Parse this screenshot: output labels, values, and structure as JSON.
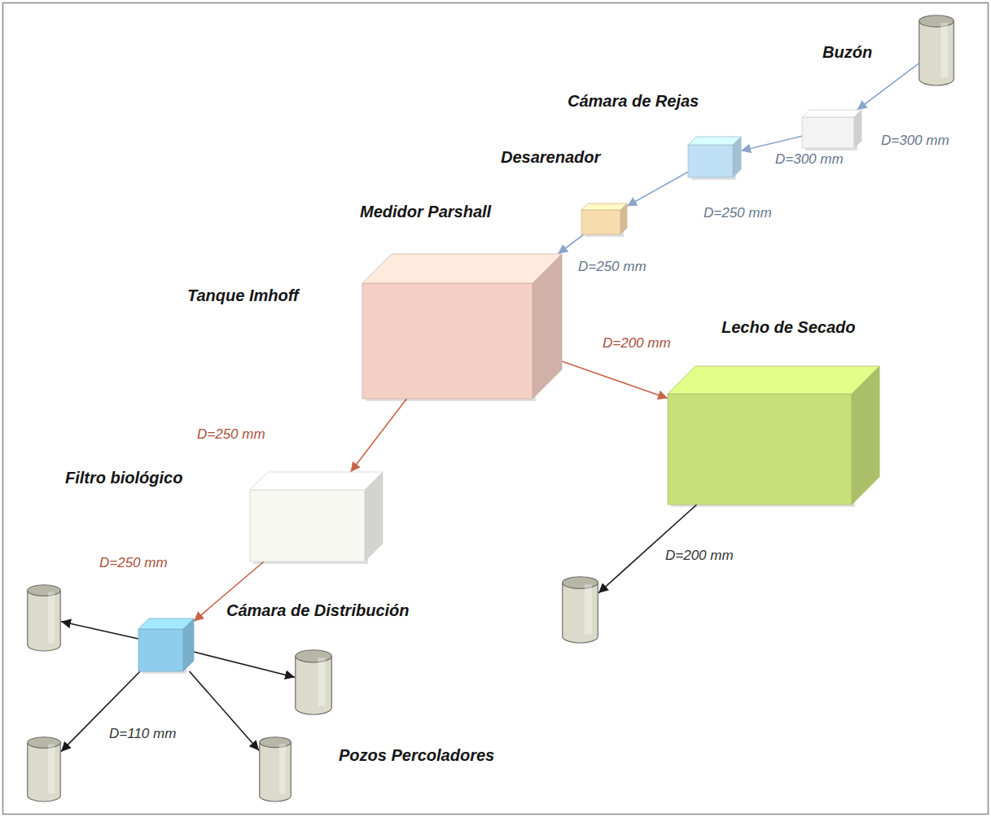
{
  "diagram": {
    "nodes": [
      {
        "text": [
          "Buzón"
        ]
      },
      {
        "text": [
          "Cámara de Rejas"
        ]
      },
      {
        "text": [
          "Desarenador"
        ]
      },
      {
        "text": [
          "Medidor Parshall"
        ]
      },
      {
        "text": [
          "Tanque Imhoff"
        ]
      },
      {
        "text": [
          "Lecho de Secado"
        ]
      },
      {
        "text": [
          "Filtro biológico"
        ]
      },
      {
        "text": []
      },
      {
        "text": [
          "Cámara de Distribución"
        ]
      },
      {
        "text": []
      },
      {
        "text": []
      },
      {
        "text": []
      },
      {
        "text": []
      }
    ],
    "edges": [
      {
        "from": 0,
        "to": 1,
        "arrow": "to",
        "label": "D=300 mm"
      },
      {
        "from": 1,
        "to": 2,
        "arrow": "to",
        "label": "D=300 mm"
      },
      {
        "from": 2,
        "to": 3,
        "arrow": "to",
        "label": "D=250 mm"
      },
      {
        "from": 3,
        "to": 4,
        "arrow": "to",
        "label": "D=250 mm"
      },
      {
        "from": 4,
        "to": 5,
        "arrow": "to",
        "label": "D=200 mm"
      },
      {
        "from": 4,
        "to": 6,
        "arrow": "to",
        "label": "D=250 mm"
      },
      {
        "from": 5,
        "to": 7,
        "arrow": "to",
        "label": "D=200 mm"
      },
      {
        "from": 6,
        "to": 8,
        "arrow": "to",
        "label": "D=250 mm"
      },
      {
        "from": 8,
        "to": 9,
        "arrow": "to"
      },
      {
        "from": 8,
        "to": 10,
        "arrow": "to"
      },
      {
        "from": 8,
        "to": 11,
        "arrow": "to",
        "label": "D=110 mm"
      },
      {
        "from": 8,
        "to": 12,
        "arrow": "to"
      }
    ],
    "labels": [
      "Pozos Percoladores"
    ]
  }
}
